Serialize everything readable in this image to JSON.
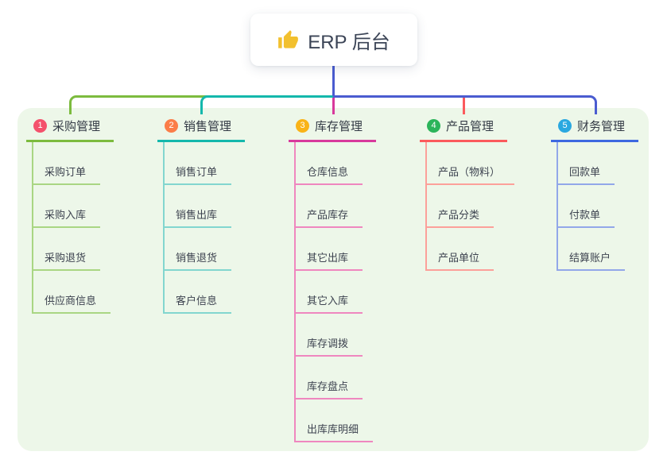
{
  "root": {
    "label": "ERP 后台",
    "icon": "thumbs-up",
    "icon_color": "#f2c02e"
  },
  "branches": [
    {
      "index": "1",
      "label": "采购管理",
      "badge_color": "#f4516c",
      "line_color": "#7cbb3e",
      "light_line_color": "#a9d683",
      "children": [
        "采购订单",
        "采购入库",
        "采购退货",
        "供应商信息"
      ]
    },
    {
      "index": "2",
      "label": "销售管理",
      "badge_color": "#fb7d48",
      "line_color": "#14b8ac",
      "light_line_color": "#82d6cf",
      "children": [
        "销售订单",
        "销售出库",
        "销售退货",
        "客户信息"
      ]
    },
    {
      "index": "3",
      "label": "库存管理",
      "badge_color": "#f9b317",
      "line_color": "#d8399c",
      "light_line_color": "#ef87bf",
      "children": [
        "仓库信息",
        "产品库存",
        "其它出库",
        "其它入库",
        "库存调拨",
        "库存盘点",
        "出库库明细"
      ]
    },
    {
      "index": "4",
      "label": "产品管理",
      "badge_color": "#2bb45a",
      "line_color": "#fb5a5c",
      "light_line_color": "#fca09a",
      "children": [
        "产品（物料）",
        "产品分类",
        "产品单位"
      ]
    },
    {
      "index": "5",
      "label": "财务管理",
      "badge_color": "#2aa8e0",
      "line_color": "#3e68e0",
      "light_line_color": "#92a7e9",
      "children": [
        "回款单",
        "付款单",
        "结算账户"
      ]
    }
  ],
  "connectors": {
    "root_stem_color": "#4a5cd0",
    "panel_background": "#edf7e9"
  }
}
